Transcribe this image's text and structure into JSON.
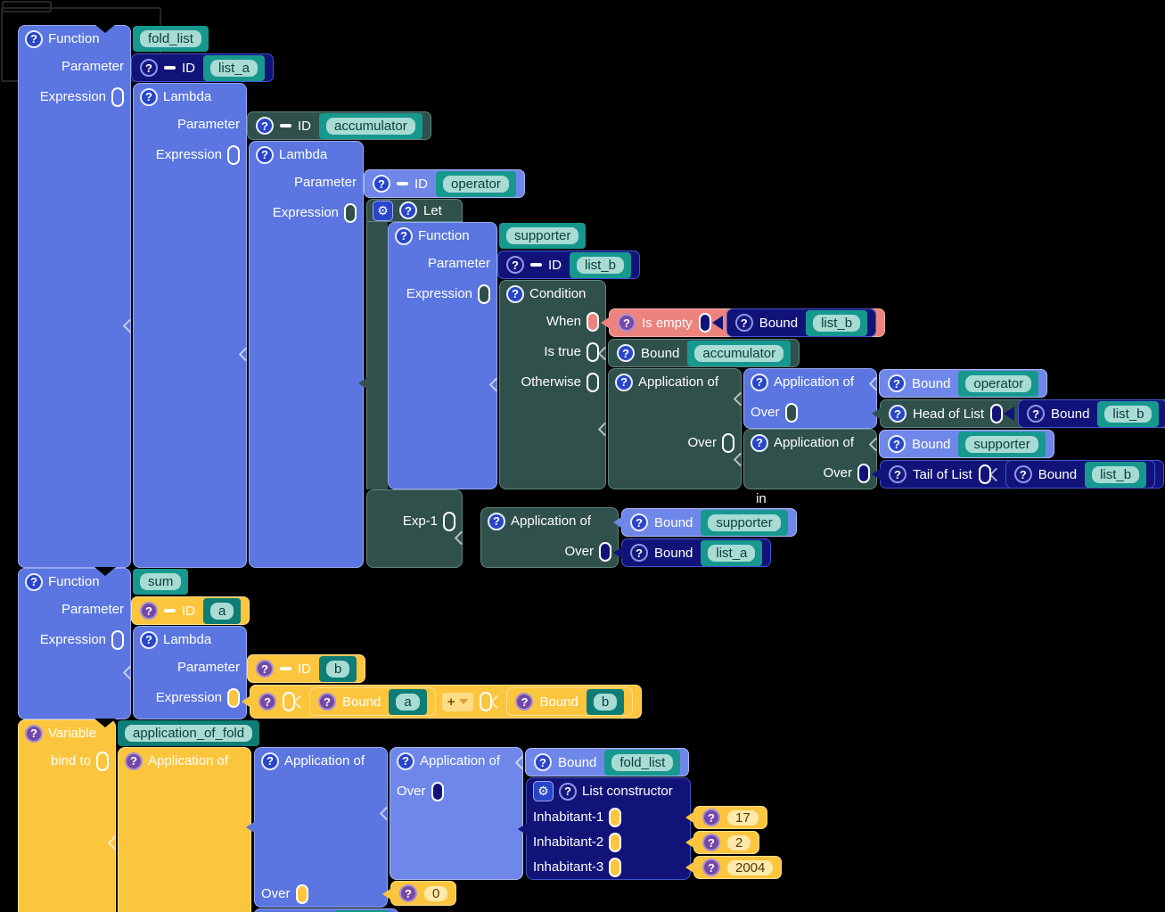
{
  "workspace": {
    "type": "blockly-visual-program",
    "background": "#000000"
  },
  "colors": {
    "blue": "#5b76e0",
    "light_blue": "#6f87e9",
    "navy": "#111379",
    "slate": "#30504b",
    "salmon": "#ec837d",
    "yellow": "#fcc53e",
    "teal_tag": "#17988f",
    "teal_tag_dark": "#0e7d75",
    "tag_field": "#a7dbd4",
    "field_yellow": "#fde9a9",
    "icon_purple": "#7448a6",
    "icon_blue": "#2946c9"
  },
  "icons": {
    "help_glyph": "?",
    "gear_glyph": "⚙"
  },
  "labels": {
    "function": "Function",
    "parameter": "Parameter",
    "expression": "Expression",
    "lambda": "Lambda",
    "id": "ID",
    "let": "Let",
    "in_kw": "in",
    "exp1": "Exp-1",
    "condition": "Condition",
    "when": "When",
    "is_true": "Is true",
    "otherwise": "Otherwise",
    "application_of": "Application of",
    "over": "Over",
    "is_empty": "Is empty",
    "bound": "Bound",
    "head_of_list": "Head of List",
    "tail_of_list": "Tail of List",
    "variable": "Variable",
    "bind_to": "bind to",
    "list_constructor": "List constructor",
    "inhabitant_1": "Inhabitant-1",
    "inhabitant_2": "Inhabitant-2",
    "inhabitant_3": "Inhabitant-3"
  },
  "tags": {
    "fold_list": "fold_list",
    "list_a": "list_a",
    "accumulator": "accumulator",
    "operator": "operator",
    "supporter": "supporter",
    "list_b": "list_b",
    "sum": "sum",
    "a": "a",
    "b": "b",
    "application_of_fold": "application_of_fold"
  },
  "values": {
    "inhabitant_1": "17",
    "inhabitant_2": "2",
    "inhabitant_3": "2004",
    "zero": "0",
    "operator_dropdown": "+"
  }
}
